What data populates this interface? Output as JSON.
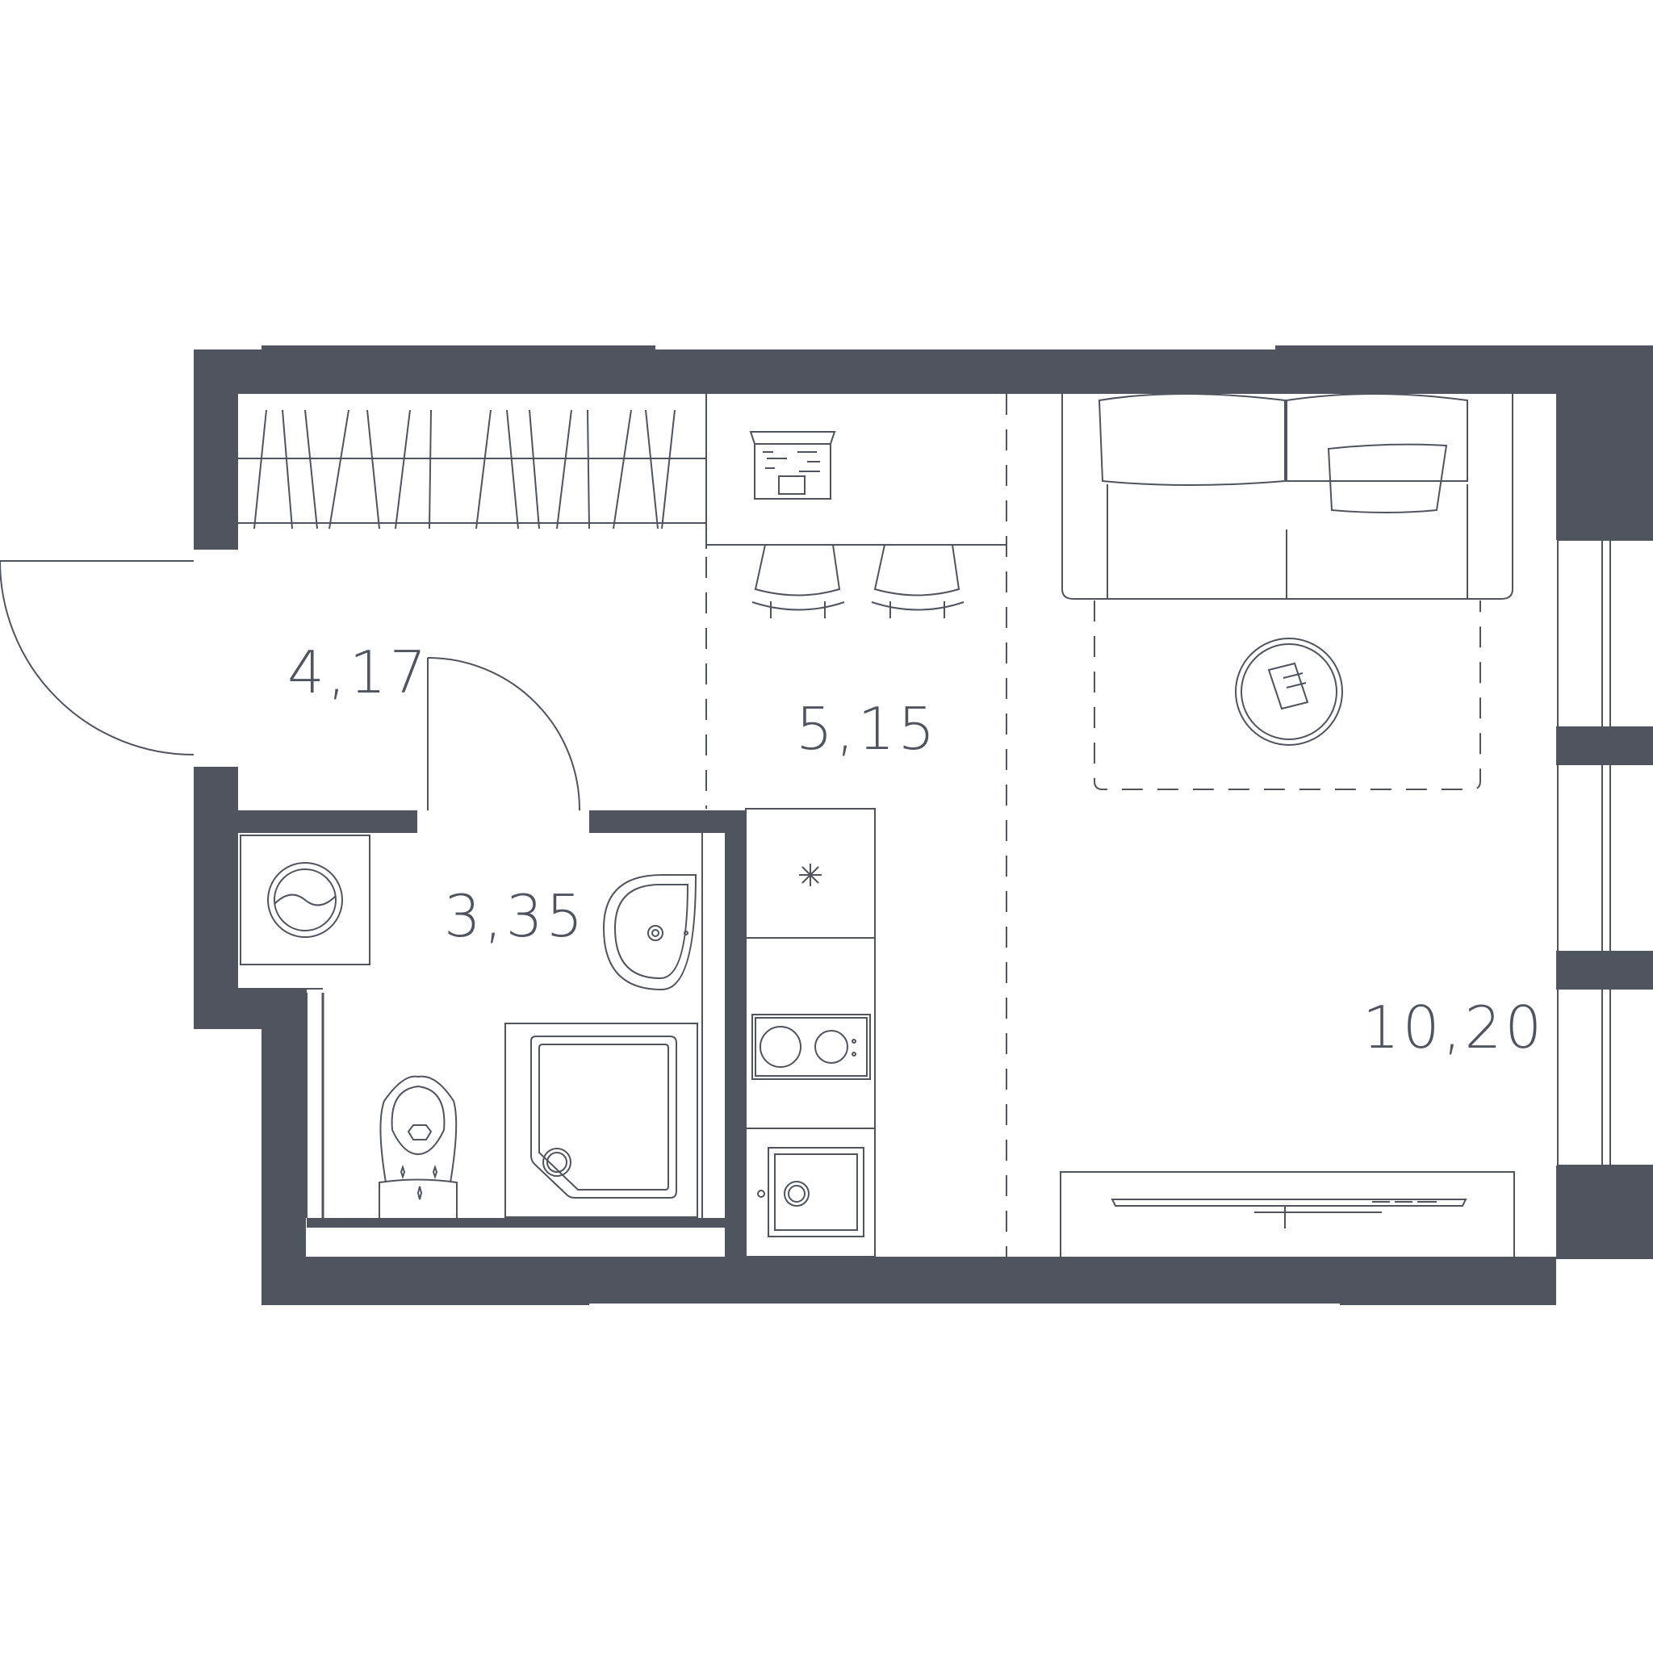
{
  "colors": {
    "wall": "#4f545f",
    "line": "#4f545f",
    "label": "#4f545f",
    "background": "#ffffff"
  },
  "rooms": [
    {
      "id": "hall",
      "area": "4,17"
    },
    {
      "id": "kitchen",
      "area": "5,15"
    },
    {
      "id": "bathroom",
      "area": "3,35"
    },
    {
      "id": "living-room",
      "area": "10,20"
    }
  ],
  "icons": {
    "laptop": "laptop-icon",
    "chair": "chair-icon",
    "sofa": "sofa-icon",
    "coffee-table": "coffee-table-icon",
    "washing-machine": "washing-machine-icon",
    "sink": "sink-icon",
    "toilet": "toilet-icon",
    "shower": "shower-icon",
    "fridge": "fridge-icon",
    "cooktop": "cooktop-icon",
    "kitchen-sink": "kitchen-sink-icon",
    "tv": "tv-icon",
    "wardrobe": "wardrobe-icon"
  }
}
